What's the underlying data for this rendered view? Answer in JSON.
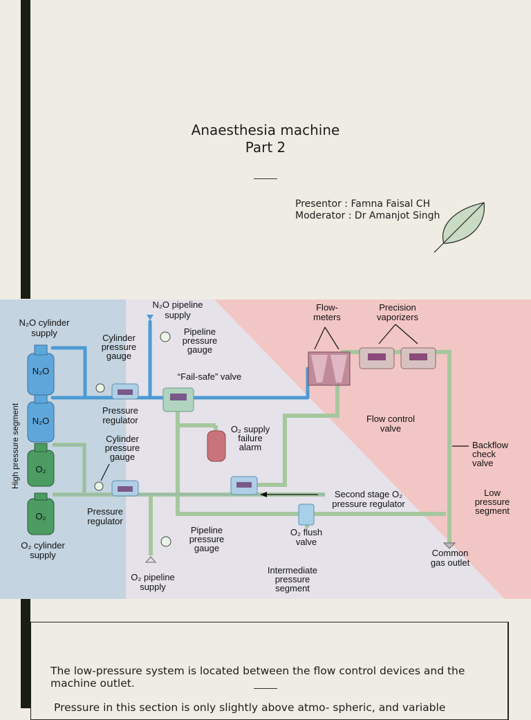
{
  "title": {
    "line1": "Anaesthesia machine",
    "line2": "Part 2"
  },
  "credits": {
    "presentor": "Presentor : Famna Faisal CH",
    "moderator": "Moderator : Dr Amanjot Singh"
  },
  "diagram": {
    "n2o_pipeline_supply": [
      "N₂O pipeline",
      "supply"
    ],
    "n2o_cylinder_supply": [
      "N₂O cylinder",
      "supply"
    ],
    "cylinder_pressure_gauge_top": [
      "Cylinder",
      "pressure",
      "gauge"
    ],
    "pipeline_pressure_gauge_top": [
      "Pipeline",
      "pressure",
      "gauge"
    ],
    "fail_safe_valve": "“Fail-safe” valve",
    "pressure_regulator_top": [
      "Pressure",
      "regulator"
    ],
    "o2_supply_failure_alarm": [
      "O₂ supply",
      "failure",
      "alarm"
    ],
    "cylinder_pressure_gauge_bottom": [
      "Cylinder",
      "pressure",
      "gauge"
    ],
    "pressure_regulator_bottom": [
      "Pressure",
      "regulator"
    ],
    "o2_cylinder_supply": [
      "O₂ cylinder",
      "supply"
    ],
    "o2_pipeline_supply": [
      "O₂ pipeline",
      "supply"
    ],
    "pipeline_pressure_gauge_bottom": [
      "Pipeline",
      "pressure",
      "gauge"
    ],
    "o2_flush_valve": [
      "O₂ flush",
      "valve"
    ],
    "intermediate_pressure_segment": [
      "Intermediate",
      "pressure",
      "segment"
    ],
    "flowmeters": [
      "Flow-",
      "meters"
    ],
    "precision_vaporizers": [
      "Precision",
      "vaporizers"
    ],
    "flow_control_valve": [
      "Flow control",
      "valve"
    ],
    "backflow_check_valve": [
      "Backflow",
      "check",
      "valve"
    ],
    "second_stage_regulator": [
      "Second stage O₂",
      "pressure regulator"
    ],
    "low_pressure_segment": [
      "Low",
      "pressure",
      "segment"
    ],
    "common_gas_outlet": [
      "Common",
      "gas outlet"
    ],
    "high_pressure_segment": "High pressure segment",
    "cylinder_n2o_label": "N₂O",
    "cylinder_o2_label": "O₂"
  },
  "body": {
    "p1": "The low-pressure system is located between the flow control devices and the machine outlet.",
    "p2": " Pressure in this section is only slightly above atmo- spheric, and variable"
  },
  "colors": {
    "background": "#efede3",
    "accent_bar": "#1a1d12",
    "high_pressure_zone": "#c4d4e0",
    "intermediate_zone": "#e5e2ea",
    "low_pressure_zone": "#f2c6c4",
    "n2o_line": "#4c9ad4",
    "o2_line": "#a6c79e",
    "leaf_fill": "#c9dbc3"
  }
}
